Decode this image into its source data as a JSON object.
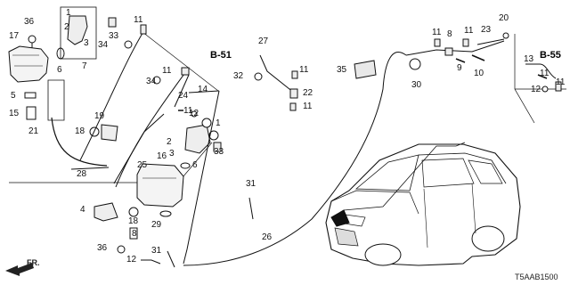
{
  "diagram": {
    "code": "T5AAB1500",
    "front_label": "FR.",
    "refs": {
      "b51": "B-51",
      "b55": "B-55"
    },
    "parts": {
      "p1a": "1",
      "p1b": "1",
      "p2a": "2",
      "p2b": "2",
      "p3a": "3",
      "p3b": "3",
      "p4": "4",
      "p5": "5",
      "p6a": "6",
      "p6b": "6",
      "p7": "7",
      "p8a": "8",
      "p8b": "8",
      "p9": "9",
      "p10": "10",
      "p11a": "11",
      "p11b": "11",
      "p11c": "11",
      "p11d": "11",
      "p11e": "11",
      "p11f": "11",
      "p11g": "11",
      "p11h": "11",
      "p12a": "12",
      "p12b": "12",
      "p12c": "12",
      "p13": "13",
      "p14": "14",
      "p15": "15",
      "p16": "16",
      "p17": "17",
      "p18a": "18",
      "p18b": "18",
      "p19": "19",
      "p20": "20",
      "p21": "21",
      "p22": "22",
      "p23": "23",
      "p24": "24",
      "p25": "25",
      "p26": "26",
      "p27": "27",
      "p28": "28",
      "p29": "29",
      "p30": "30",
      "p31a": "31",
      "p31b": "31",
      "p32": "32",
      "p33a": "33",
      "p33b": "33",
      "p34a": "34",
      "p34b": "34",
      "p35": "35",
      "p36a": "36",
      "p36b": "36"
    }
  }
}
